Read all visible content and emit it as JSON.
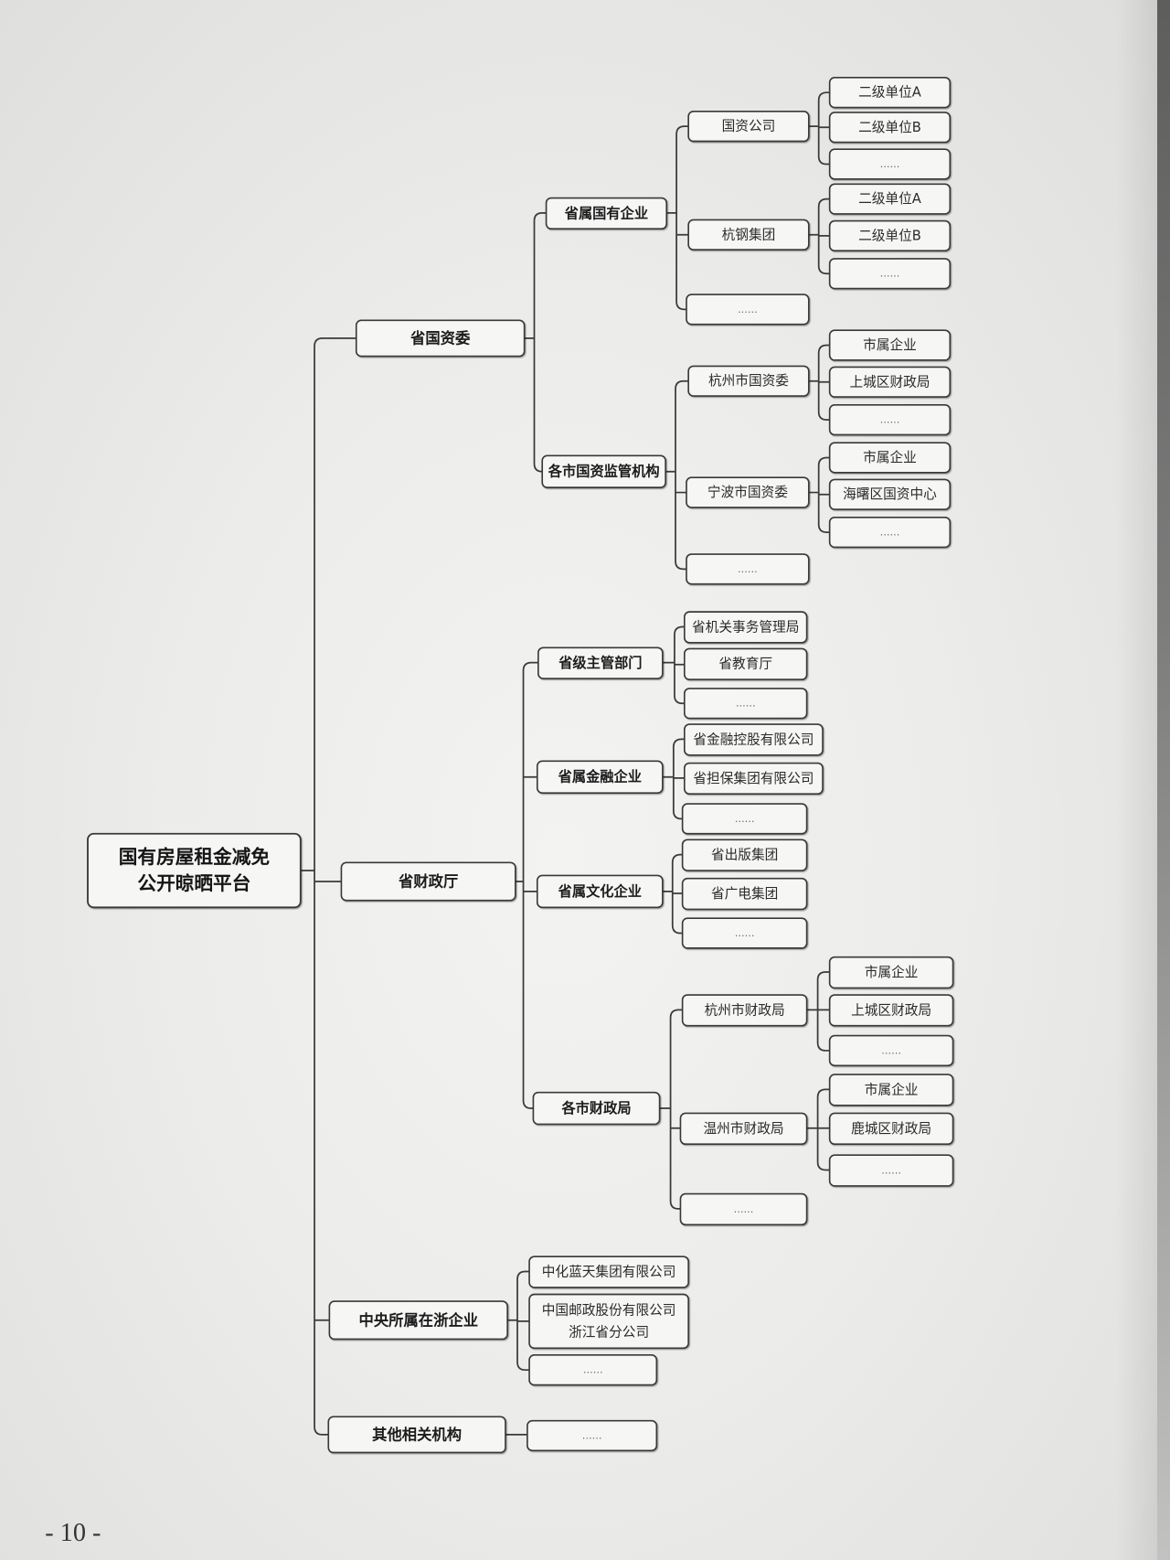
{
  "page_number": "- 10 -",
  "diagram": {
    "root": {
      "lines": [
        "国有房屋租金减免",
        "公开晾晒平台"
      ]
    },
    "branches": [
      {
        "label": "省国资委",
        "children": [
          {
            "label": "省属国有企业",
            "children": [
              {
                "label": "国资公司",
                "children": [
                  {
                    "label": "二级单位A"
                  },
                  {
                    "label": "二级单位B"
                  },
                  {
                    "label": "……"
                  }
                ]
              },
              {
                "label": "杭钢集团",
                "children": [
                  {
                    "label": "二级单位A"
                  },
                  {
                    "label": "二级单位B"
                  },
                  {
                    "label": "……"
                  }
                ]
              },
              {
                "label": "……"
              }
            ]
          },
          {
            "label": "各市国资监管机构",
            "children": [
              {
                "label": "杭州市国资委",
                "children": [
                  {
                    "label": "市属企业"
                  },
                  {
                    "label": "上城区财政局"
                  },
                  {
                    "label": "……"
                  }
                ]
              },
              {
                "label": "宁波市国资委",
                "children": [
                  {
                    "label": "市属企业"
                  },
                  {
                    "label": "海曙区国资中心"
                  },
                  {
                    "label": "……"
                  }
                ]
              },
              {
                "label": "……"
              }
            ]
          }
        ]
      },
      {
        "label": "省财政厅",
        "children": [
          {
            "label": "省级主管部门",
            "children": [
              {
                "label": "省机关事务管理局"
              },
              {
                "label": "省教育厅"
              },
              {
                "label": "……"
              }
            ]
          },
          {
            "label": "省属金融企业",
            "children": [
              {
                "label": "省金融控股有限公司"
              },
              {
                "label": "省担保集团有限公司"
              },
              {
                "label": "……"
              }
            ]
          },
          {
            "label": "省属文化企业",
            "children": [
              {
                "label": "省出版集团"
              },
              {
                "label": "省广电集团"
              },
              {
                "label": "……"
              }
            ]
          },
          {
            "label": "各市财政局",
            "children": [
              {
                "label": "杭州市财政局",
                "children": [
                  {
                    "label": "市属企业"
                  },
                  {
                    "label": "上城区财政局"
                  },
                  {
                    "label": "……"
                  }
                ]
              },
              {
                "label": "温州市财政局",
                "children": [
                  {
                    "label": "市属企业"
                  },
                  {
                    "label": "鹿城区财政局"
                  },
                  {
                    "label": "……"
                  }
                ]
              },
              {
                "label": "……"
              }
            ]
          }
        ]
      },
      {
        "label": "中央所属在浙企业",
        "children": [
          {
            "label": "中化蓝天集团有限公司"
          },
          {
            "lines": [
              "中国邮政股份有限公司",
              "浙江省分公司"
            ]
          },
          {
            "label": "……"
          }
        ]
      },
      {
        "label": "其他相关机构",
        "children": [
          {
            "label": "……"
          }
        ]
      }
    ]
  }
}
